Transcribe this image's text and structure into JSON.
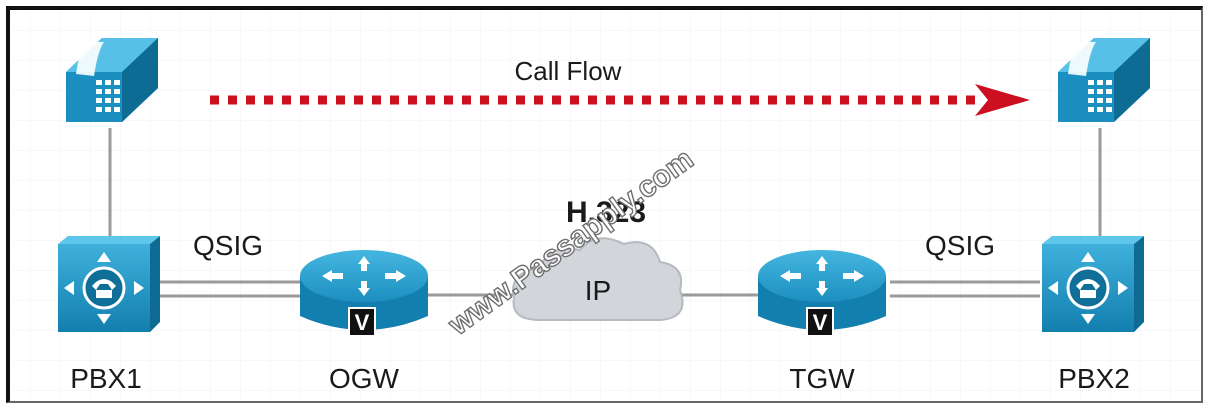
{
  "diagram": {
    "call_flow_label": "Call Flow",
    "protocol_label": "H.323",
    "cloud_label": "IP",
    "left_link_label": "QSIG",
    "right_link_label": "QSIG",
    "watermark": "www.Passapply.com",
    "nodes": {
      "pbx1": "PBX1",
      "ogw": "OGW",
      "tgw": "TGW",
      "pbx2": "PBX2"
    },
    "gateway_badge": "V"
  },
  "colors": {
    "device_blue": "#1b8fbf",
    "device_dark": "#0e6b93",
    "call_flow_red": "#cc1020",
    "cloud_grey": "#cfd3d8",
    "link_grey": "#9a9a9a"
  }
}
